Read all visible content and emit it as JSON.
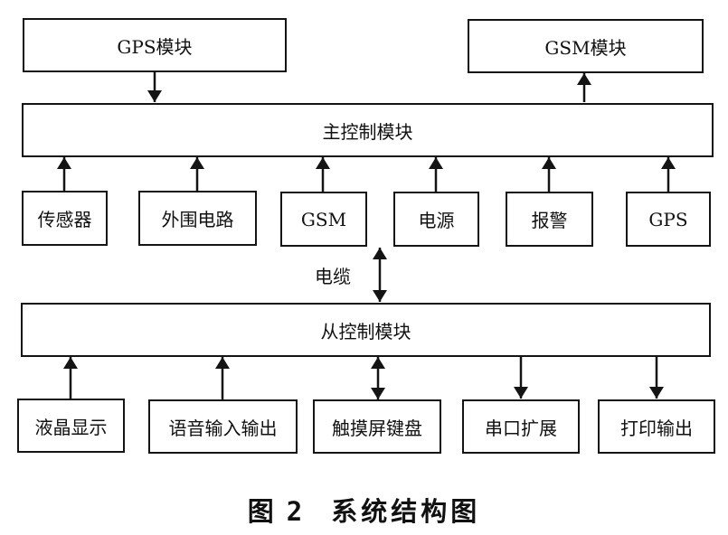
{
  "diagram": {
    "top_modules": {
      "gps_module": "GPS模块",
      "gsm_module": "GSM模块"
    },
    "main_controller": "主控制模块",
    "main_inputs": [
      "传感器",
      "外围电路",
      "GSM",
      "电源",
      "报警",
      "GPS"
    ],
    "cable_label": "电缆",
    "slave_controller": "从控制模块",
    "slave_peripherals": [
      "液晶显示",
      "语音输入输出",
      "触摸屏键盘",
      "串口扩展",
      "打印输出"
    ],
    "connections": [
      {
        "from": "GPS模块",
        "to": "主控制模块",
        "direction": "down"
      },
      {
        "from": "主控制模块",
        "to": "GSM模块",
        "direction": "up"
      },
      {
        "from": "传感器",
        "to": "主控制模块",
        "direction": "up"
      },
      {
        "from": "外围电路",
        "to": "主控制模块",
        "direction": "up"
      },
      {
        "from": "GSM",
        "to": "主控制模块",
        "direction": "up"
      },
      {
        "from": "电源",
        "to": "主控制模块",
        "direction": "up"
      },
      {
        "from": "报警",
        "to": "主控制模块",
        "direction": "up"
      },
      {
        "from": "GPS",
        "to": "主控制模块",
        "direction": "up"
      },
      {
        "from": "主控制模块",
        "to": "从控制模块",
        "direction": "bidirectional",
        "label": "电缆"
      },
      {
        "from": "液晶显示",
        "to": "从控制模块",
        "direction": "up"
      },
      {
        "from": "语音输入输出",
        "to": "从控制模块",
        "direction": "up"
      },
      {
        "from": "触摸屏键盘",
        "to": "从控制模块",
        "direction": "bidirectional"
      },
      {
        "from": "从控制模块",
        "to": "串口扩展",
        "direction": "down"
      },
      {
        "from": "从控制模块",
        "to": "打印输出",
        "direction": "down"
      }
    ]
  },
  "caption": {
    "figure_label": "图",
    "figure_number": "2",
    "title": "系统结构图"
  }
}
